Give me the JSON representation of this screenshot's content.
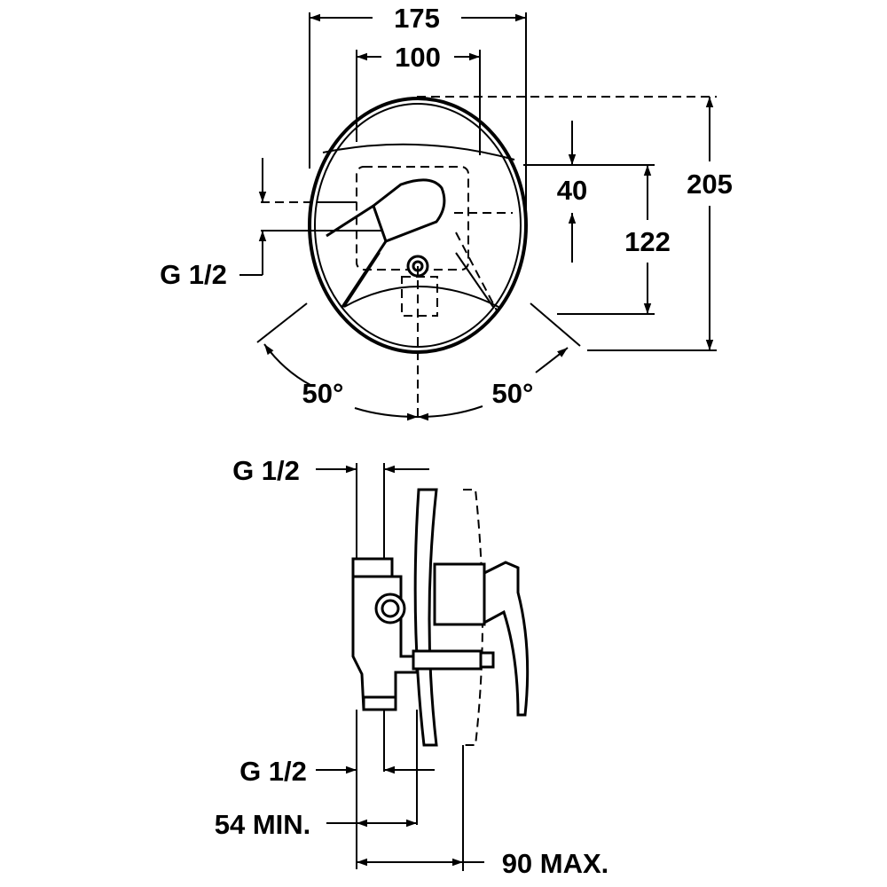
{
  "drawing": {
    "front_view": {
      "width_overall": "175",
      "width_box": "100",
      "height_overall": "205",
      "height_box": "122",
      "offset_top": "40",
      "connection": "G 1/2",
      "angle_left": "50°",
      "angle_right": "50°"
    },
    "side_view": {
      "connection_top": "G 1/2",
      "connection_bottom": "G 1/2",
      "depth_min": "54 MIN.",
      "depth_max": "90 MAX."
    }
  },
  "colors": {
    "ink": "#000000",
    "paper": "#ffffff"
  }
}
